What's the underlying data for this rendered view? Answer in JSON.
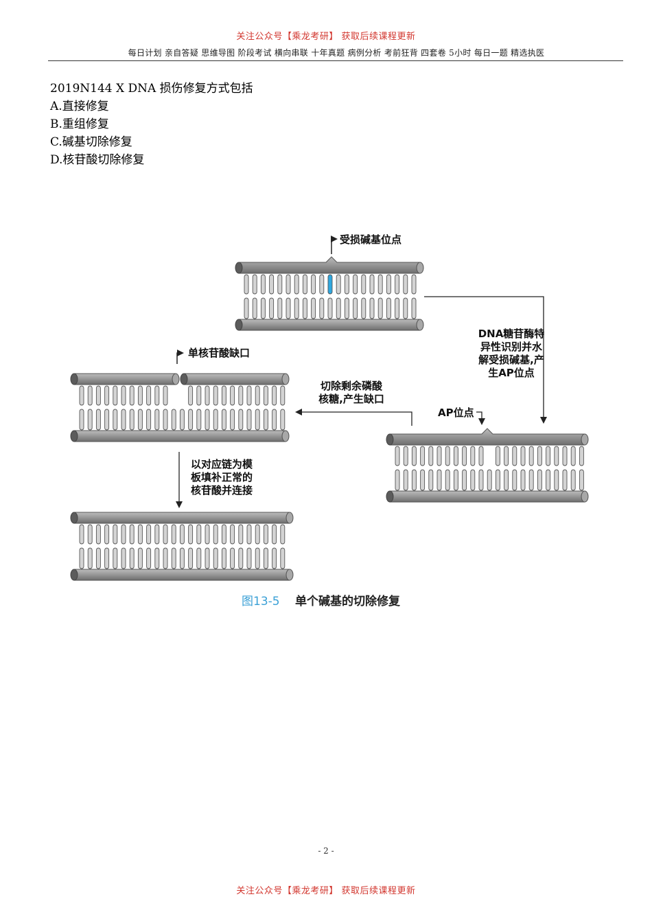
{
  "header": {
    "promo": "关注公众号【乘龙考研】 获取后续课程更新",
    "tags": "每日计划 亲自答疑 思维导图 阶段考试 横向串联 十年真题 病例分析 考前狂背 四套卷 5小时 每日一题 精选执医"
  },
  "question": {
    "stem": "2019N144 X DNA 损伤修复方式包括",
    "options": [
      "A.直接修复",
      "B.重组修复",
      "C.碱基切除修复",
      "D.核苷酸切除修复"
    ]
  },
  "figure": {
    "label_damaged_site": "受损碱基位点",
    "step1": [
      "DNA糖苷酶特",
      "异性识别并水",
      "解受损碱基,产",
      "生AP位点"
    ],
    "label_ap_site": "AP位点",
    "step2": [
      "切除剩余磷酸",
      "核糖,产生缺口"
    ],
    "label_gap": "单核苷酸缺口",
    "step3": [
      "以对应链为模",
      "板填补正常的",
      "核苷酸并连接"
    ],
    "caption_number": "图13-5",
    "caption_text": "单个碱基的切除修复",
    "colors": {
      "backbone": "#8c8c8c",
      "base": "#d4d4d4",
      "damaged_base": "#2fa8e0",
      "caption": "#3aa0d6"
    }
  },
  "page_number": "- 2 -",
  "footer": {
    "promo": "关注公众号【乘龙考研】 获取后续课程更新"
  }
}
